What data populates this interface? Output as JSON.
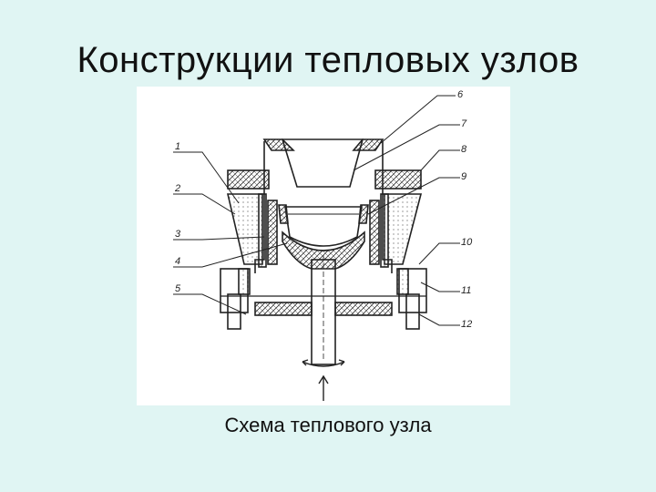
{
  "slide": {
    "title": "Конструкции тепловых узлов",
    "caption": "Схема теплового узла"
  },
  "diagram": {
    "callouts": [
      "1",
      "2",
      "3",
      "4",
      "5",
      "6",
      "7",
      "8",
      "9",
      "10",
      "11",
      "12"
    ]
  },
  "colors": {
    "background": "#e0f5f3",
    "panel": "#ffffff",
    "ink": "#222222"
  }
}
